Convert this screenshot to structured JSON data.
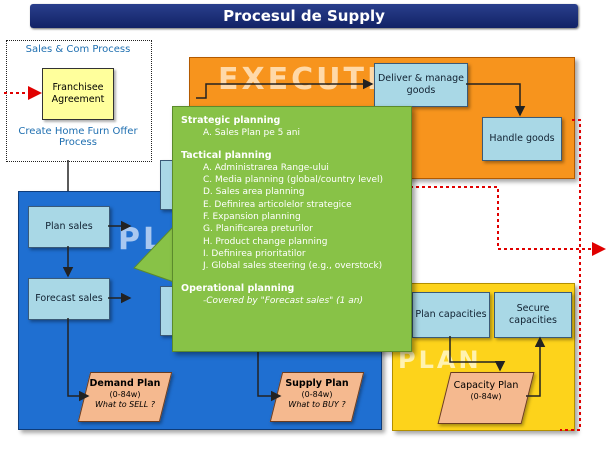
{
  "title": "Procesul de Supply",
  "sales_process": {
    "header": "Sales & Com Process",
    "franchisee": "Franchisee Agreement",
    "footer": "Create Home Furn Offer Process"
  },
  "execute": {
    "label": "EXECUTE",
    "deliver": "Deliver & manage goods",
    "handle": "Handle goods"
  },
  "plan_left": {
    "label": "PL",
    "plan_sales": "Plan sales",
    "forecast_sales": "Forecast sales",
    "demand_plan": {
      "title": "Demand Plan",
      "period": "(0-84w)",
      "note": "What to SELL ?"
    },
    "supply_plan": {
      "title": "Supply Plan",
      "period": "(0-84w)",
      "note": "What to BUY ?"
    }
  },
  "plan_right": {
    "label": "PLAN",
    "plan_capacities": "Plan capacities",
    "secure_capacities": "Secure capacities",
    "capacity_plan": {
      "title": "Capacity Plan",
      "period": "(0-84w)"
    }
  },
  "callout": {
    "strategic_title": "Strategic planning",
    "strategic_items": [
      "A. Sales Plan pe 5 ani"
    ],
    "tactical_title": "Tactical planning",
    "tactical_items": [
      "A. Administrarea Range-ului",
      "C. Media planning (global/country level)",
      "D. Sales area planning",
      "E. Definirea articolelor strategice",
      "F. Expansion planning",
      "G. Planificarea preturilor",
      "H. Product change planning",
      "I. Definirea prioritatilor",
      "J. Global sales steering (e.g., overstock)"
    ],
    "operational_title": "Operational planning",
    "operational_note": "-Covered by \"Forecast sales\" (1 an)"
  },
  "colors": {
    "title_bar": "#1d2f7a",
    "execute_bg": "#f7941d",
    "plan_left_bg": "#1f6fd1",
    "plan_right_bg": "#fdd31b",
    "box_bg": "#a9d8e6",
    "parallelogram_bg": "#f5b98f",
    "callout_bg": "#88c247",
    "arrow_red": "#e00000"
  }
}
